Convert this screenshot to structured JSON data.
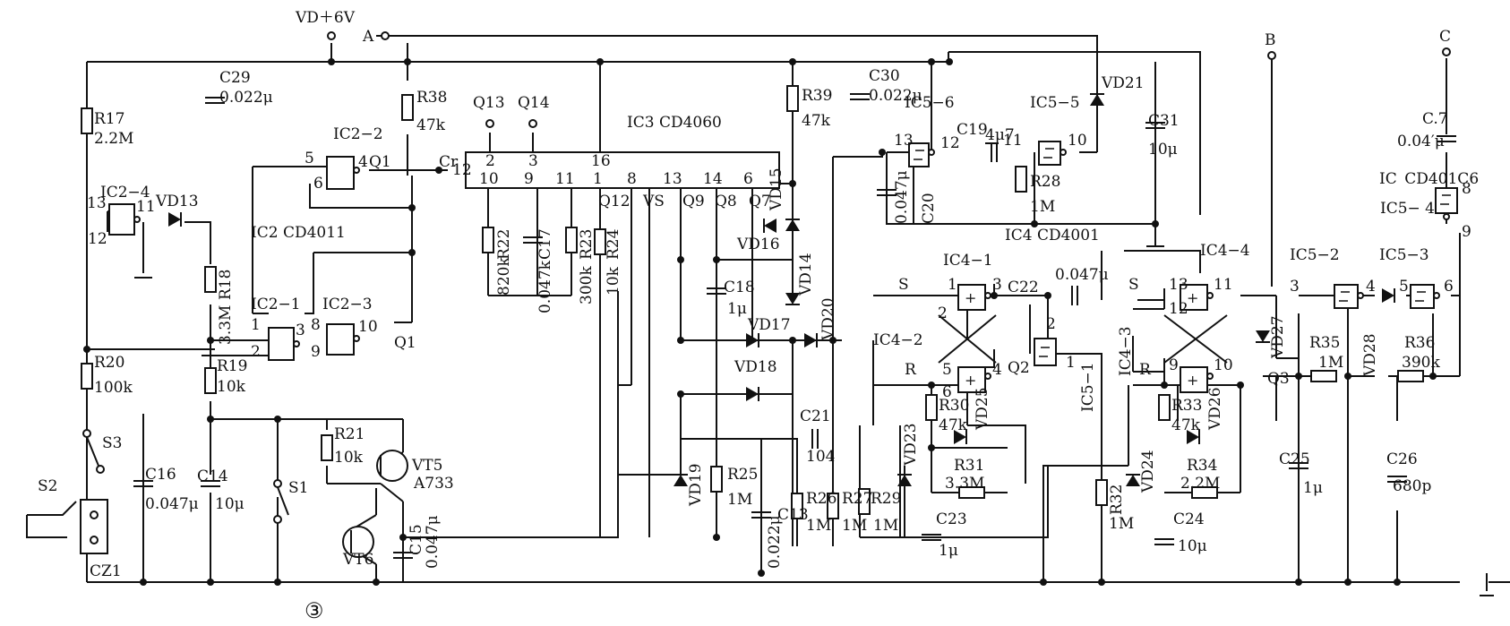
{
  "texts": {
    "vd": "VD＋6V",
    "a": "A",
    "b": "B",
    "c": "C",
    "c29": "C29",
    "c29v": "0.022μ",
    "r17": "R17",
    "r17v": "2.2M",
    "r38": "R38",
    "r38v": "47k",
    "ic2_2": "IC2−2",
    "q1a": "Q1",
    "cr": "Cr",
    "p5": "5",
    "p4": "4",
    "p6": "6",
    "p12": "12",
    "q13": "Q13",
    "q14": "Q14",
    "ic3": "IC3  CD4060",
    "ic3p2": "2",
    "ic3p3": "3",
    "ic3p16": "16",
    "ic3p10": "10",
    "ic3p9": "9",
    "ic3p11": "11",
    "ic3p1": "1",
    "ic3p8": "8",
    "ic3p13": "13",
    "ic3p14": "14",
    "ic3p6": "6",
    "q12": "Q12",
    "vs": "VS",
    "q9": "Q9",
    "q8": "Q8",
    "q7": "Q7",
    "vd15": "VD15",
    "vd16": "VD16",
    "vd14": "VD14",
    "r39": "R39",
    "r39v": "47k",
    "c30": "C30",
    "c30v": "0.022μ",
    "ic5_6": "IC5−6",
    "ic5_5": "IC5−5",
    "vd21": "VD21",
    "c19": "C19",
    "c19v": "4μ7",
    "p13b": "13",
    "p12b": "12",
    "p11b": "11",
    "p10b": "10",
    "c31": "C31",
    "c31v": "10μ",
    "c20": "C20",
    "c20v": "0.047μ",
    "r28": "R28",
    "r28v": "1M",
    "ic2_4": "IC2−4",
    "vd13": "VD13",
    "p13a": "13",
    "p11a": "11",
    "p12a": "12",
    "ic2": "IC2 CD4011",
    "r18": "R18",
    "r18v": "3.3M",
    "r22": "R22",
    "r22v": "820k",
    "c17": "C17",
    "c17v": "0.047k",
    "r23": "R23",
    "r23v": "300k",
    "r24": "R24",
    "r24v": "10k",
    "c18": "C18",
    "c18v": "1μ",
    "vd17": "VD17",
    "vd20": "VD20",
    "vd18": "VD18",
    "ic4": "IC4 CD4001",
    "ic4_1": "IC4−1",
    "ic4_2": "IC4−2",
    "ic4_3": "IC4−3",
    "ic4_4": "IC4−4",
    "s1lbl": "S",
    "r1lbl": "R",
    "s2lbl": "S",
    "r2lbl": "R",
    "c22": "C22",
    "c22v": "0.047μ",
    "ic5_1": "IC5−1",
    "q2": "Q2",
    "q3": "Q3",
    "ic5_2": "IC5−2",
    "ic5_3": "IC5−3",
    "ic5_4": "IC5− 4",
    "c27": "C.7",
    "c27v": "0.04′μ",
    "ic5": "IC CD401C6",
    "p8c": "8",
    "p9c": "9",
    "vd27": "VD27",
    "vd28": "VD28",
    "r35": "R35",
    "r35v": "1M",
    "r36": "R36",
    "r36v": "390k",
    "p3d": "3",
    "p4d": "4",
    "p5d": "5",
    "p6d": "6",
    "ic2_1": "IC2−1",
    "ic2_3": "IC2−3",
    "p1": "1",
    "p2": "2",
    "p3": "3",
    "p8": "8",
    "p9": "9",
    "p10": "10",
    "q1b": "Q1",
    "r20": "R20",
    "r20v": "100k",
    "r19": "R19",
    "r19v": "10k",
    "s3": "S3",
    "s2": "S2",
    "s1": "S1",
    "cz1": "CZ1",
    "c16": "C16",
    "c16v": "0.047μ",
    "c14": "C14",
    "c14v": "10μ",
    "r21": "R21",
    "r21v": "10k",
    "vt5": "VT5",
    "a733": "A733",
    "vt6": "VT6",
    "c15": "C15",
    "c15v": "0.047μ",
    "vd19": "VD19",
    "r25": "R25",
    "r25v": "1M",
    "c21": "C21",
    "c21v": "104",
    "c13": "C13",
    "c13v": "0.022μ",
    "r26": "R26",
    "r26v": "1M",
    "r27": "R27",
    "r27v": "1M",
    "r29": "R29",
    "r29v": "1M",
    "vd23": "VD23",
    "p1e": "1",
    "p2e": "2",
    "p3e": "3",
    "p5e": "5",
    "p6e": "6",
    "p4e": "4",
    "r30": "R30",
    "r30v": "47k",
    "vd25": "VD25",
    "r31": "R31",
    "r31v": "3.3M",
    "c23": "C23",
    "c23v": "1μ",
    "p2f": "2",
    "p1f": "1",
    "r32": "R32",
    "r32v": "1M",
    "vd24": "VD24",
    "p13g": "13",
    "p11g": "11",
    "p12g": "12",
    "p9g": "9",
    "p10g": "10",
    "r33": "R33",
    "r33v": "47k",
    "vd26": "VD26",
    "r34": "R34",
    "r34v": "2.2M",
    "c24": "C24",
    "c24v": "10μ",
    "c25": "C25",
    "c25v": "1μ",
    "c26": "C26",
    "c26v": "680p",
    "fig": "③"
  }
}
